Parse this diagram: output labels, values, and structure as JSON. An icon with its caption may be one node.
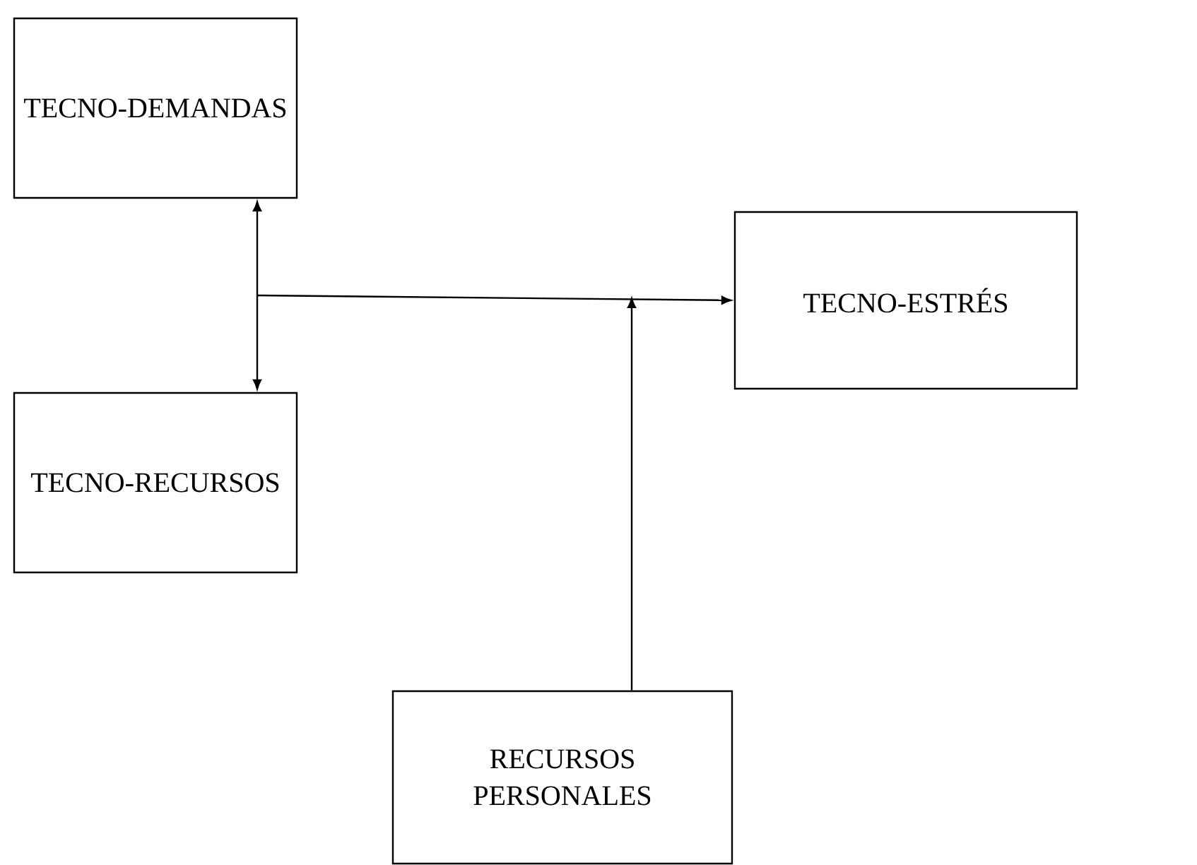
{
  "diagram": {
    "nodes": [
      {
        "text": [
          "TECNO-DEMANDAS"
        ]
      },
      {
        "text": [
          "TECNO-RECURSOS"
        ]
      },
      {
        "text": [
          "TECNO-ESTRÉS"
        ]
      },
      {
        "text": [
          "RECURSOS PERSONALES"
        ]
      }
    ],
    "edges": [
      {
        "from": 0,
        "to": 1,
        "arrow": "both"
      },
      {
        "from": null,
        "to": 2,
        "arrow": "to"
      },
      {
        "from": 3,
        "to": null,
        "arrow": "to"
      }
    ]
  }
}
